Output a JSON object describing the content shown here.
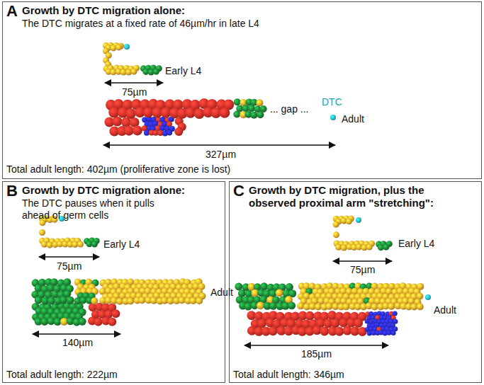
{
  "diagram": {
    "nodes": [
      {
        "text": [
          "A",
          "Growth by DTC migration alone:",
          "The DTC migrates at a fixed rate of 46µm/hr in late L4",
          "Total adult length: 402µm (proliferative zone is lost)"
        ]
      },
      {
        "text": [
          "B",
          "Growth by DTC migration alone:",
          "The DTC pauses when it pulls ahead of germ cells",
          "Total adult length: 222µm"
        ]
      },
      {
        "text": [
          "C",
          "Growth by DTC migration, plus the observed proximal arm \"stretching\":",
          "Total adult length: 346µm"
        ]
      }
    ],
    "labels": [
      "Early L4",
      "75µm",
      "DTC",
      "... gap ...",
      "Adult",
      "327µm",
      "Early L4",
      "75µm",
      "Adult",
      "140µm",
      "Early L4",
      "75µm",
      "Adult",
      "185µm"
    ]
  }
}
